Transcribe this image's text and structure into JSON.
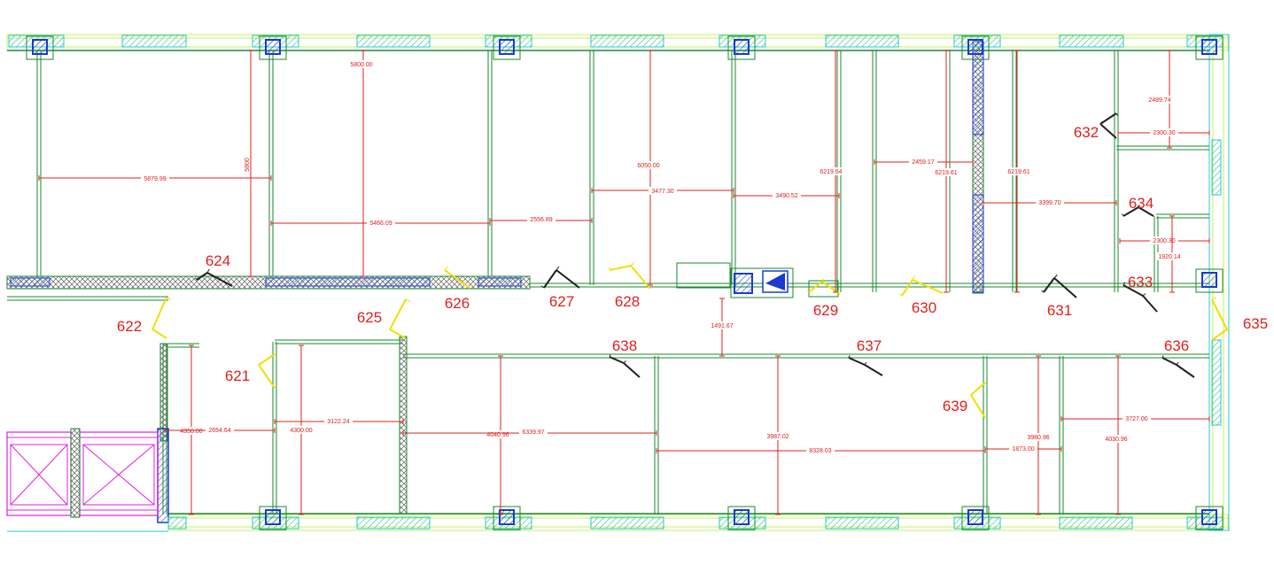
{
  "colors": {
    "wall": "#1a8a2e",
    "outer_wall_accent": "#c8f060",
    "window": "#28c8c8",
    "column": "#1a3ad0",
    "dimension": "#e0201e",
    "door_open": "#f0e000",
    "door": "#202020",
    "elevator": "#e020e0"
  },
  "room_numbers": [
    "621",
    "622",
    "624",
    "625",
    "626",
    "627",
    "628",
    "629",
    "630",
    "631",
    "632",
    "633",
    "634",
    "635",
    "636",
    "637",
    "638",
    "639"
  ],
  "dimensions": [
    "5879.99",
    "5800",
    "5800.00",
    "5466.09",
    "2556.89",
    "6050.00",
    "3477.30",
    "3490.52",
    "6219.64",
    "2459.17",
    "6219.61",
    "6219.61",
    "3399.70",
    "2489.74",
    "2300.30",
    "2300.30",
    "1920.14",
    "1491.67",
    "4350.00",
    "2654.64",
    "4300.00",
    "3122.24",
    "4040.96",
    "6339.97",
    "3987.02",
    "8328.03",
    "3980.96",
    "1873.00",
    "3727.00",
    "4030.96"
  ]
}
